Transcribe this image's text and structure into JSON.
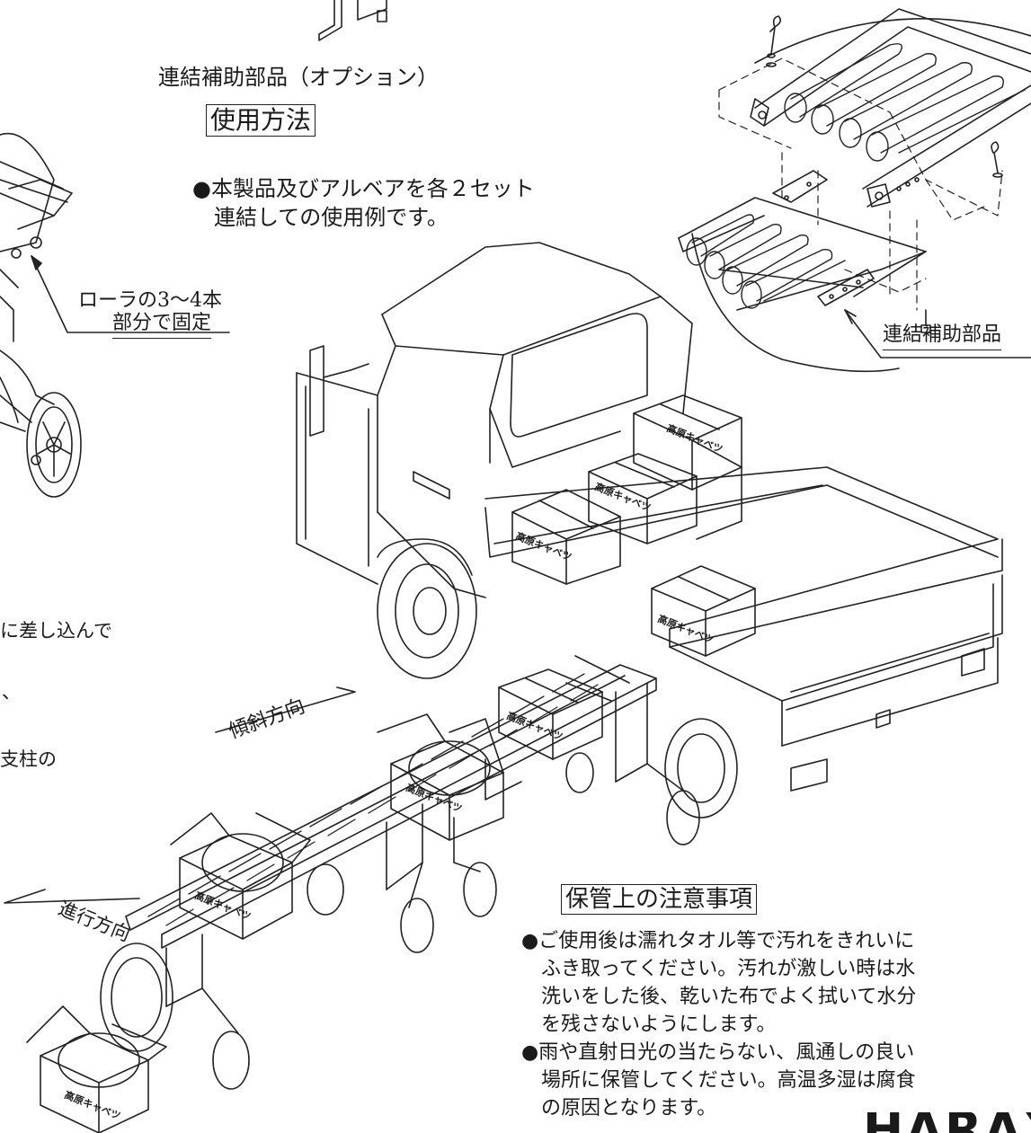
{
  "top": {
    "option_caption": "連結補助部品（オプション）"
  },
  "usage": {
    "heading": "使用方法",
    "bullet_line1": "●本製品及びアルベアを各２セット",
    "bullet_line2": "連結しての使用例です。"
  },
  "left_note": {
    "line1": "ローラの3〜4本",
    "line2": "部分で固定"
  },
  "left_fragments": {
    "frag1": "に差し込んで",
    "frag2": "、",
    "frag3": "支柱の"
  },
  "detail": {
    "callout": "連結補助部品"
  },
  "directions": {
    "incline": "傾斜方向",
    "travel": "進行方向"
  },
  "box_label": "高原キャベツ",
  "storage": {
    "heading": "保管上の注意事項",
    "b1_l1": "●ご使用後は濡れタオル等で汚れをきれいに",
    "b1_l2": "ふき取ってください。汚れが激しい時は水",
    "b1_l3": "洗いをした後、乾いた布でよく拭いて水分",
    "b1_l4": "を残さないようにします。",
    "b2_l1": "●雨や直射日光の当たらない、風通しの良い",
    "b2_l2": "場所に保管してください。高温多湿は腐食",
    "b2_l3": "の原因となります。"
  },
  "logo": "HARAX"
}
